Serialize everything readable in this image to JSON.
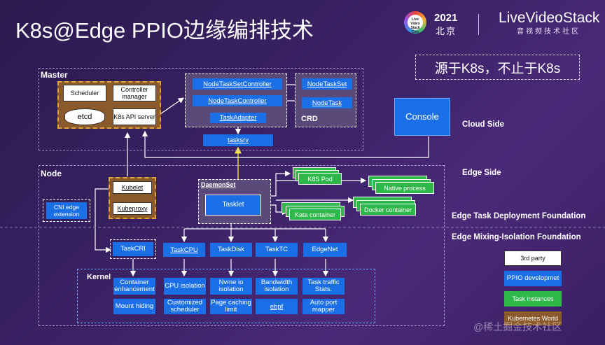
{
  "header": {
    "title": "K8s@Edge PPIO边缘编排技术",
    "logo_badge_text": "Live Video Stack Con",
    "event_year": "2021",
    "event_city": "北京",
    "brand_name": "LiveVideoStack",
    "brand_subtitle": "音视频技术社区"
  },
  "note": "源于K8s，不止于K8s",
  "master": {
    "label": "Master",
    "scheduler": "Scheduler",
    "controller_manager": "Controller manager",
    "etcd": "etcd",
    "api_server": "K8s API server",
    "ppio_controllers": [
      "NodeTaskSetController",
      "NodeTaskController",
      "TaskAdapter"
    ],
    "crd_items": [
      "NodeTaskSet",
      "NodeTask"
    ],
    "crd_label": "CRD",
    "tasksrv": "tasksrv"
  },
  "console": "Console",
  "side_labels": {
    "cloud": "Cloud Side",
    "edge": "Edge Side",
    "deploy": "Edge Task Deployment Foundation",
    "mixing": "Edge Mixing-Isolation Foundation"
  },
  "node": {
    "label": "Node",
    "kubelet": "Kubelet",
    "kubeproxy": "Kubeproxy",
    "cni": "CNI edge extension",
    "daemonset": "DaemonSet",
    "tasklet": "Tasklet",
    "tasks": [
      "K8S Pod",
      "Native process",
      "Kata container",
      "Docker container"
    ]
  },
  "task_modules": [
    "TaskCRI",
    "TaskCPU",
    "TaskDisk",
    "TaskTC",
    "EdgeNet"
  ],
  "kernel": {
    "label": "Kernel",
    "row1": [
      "Container enhancement",
      "CPU isolation",
      "Nvme io isolation",
      "Bandwidth isolation",
      "Task traffic Stats."
    ],
    "row2": [
      "Mount hiding",
      "Customized scheduler",
      "Page caching limit",
      "ebpf",
      "Auto port mapper"
    ]
  },
  "legend": [
    "3rd party",
    "PPIO developmet",
    "Task instances",
    "Kubernetes World"
  ],
  "watermark": "@稀土掘金技术社区",
  "colors": {
    "blue": "#1a6fe6",
    "green": "#2fb84a",
    "brown": "#8b5a2b",
    "orange_border": "#e3a23b",
    "background": "#3b2266"
  }
}
